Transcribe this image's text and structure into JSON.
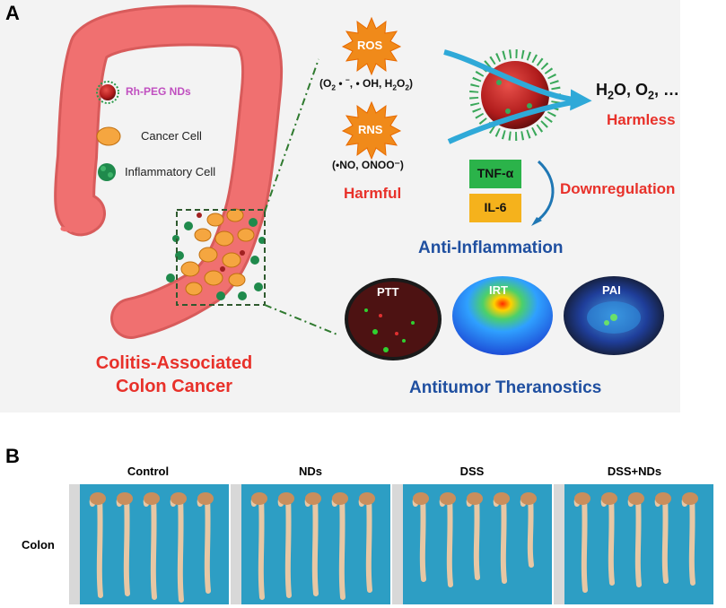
{
  "panels": {
    "a": "A",
    "b": "B"
  },
  "colon_legend": {
    "nd": "Rh-PEG NDs",
    "cancer": "Cancer Cell",
    "inflammatory": "Inflammatory Cell"
  },
  "disease_label": {
    "line1": "Colitis-Associated",
    "line2": "Colon Cancer"
  },
  "ros": {
    "label": "ROS",
    "species": [
      "(O",
      "2",
      " • ",
      "−",
      ", • OH, H",
      "2",
      "O",
      "2",
      ")"
    ]
  },
  "rns": {
    "label": "RNS",
    "species": "(•NO, ONOO⁻)"
  },
  "harmful": "Harmful",
  "products": {
    "h2o_h": "H",
    "h2o_o": "O, O",
    "sub2": "2",
    "ellipsis": ", …"
  },
  "harmless": "Harmless",
  "cytokines": {
    "tnf": "TNF-α",
    "il6": "IL-6"
  },
  "downregulation": "Downregulation",
  "anti_inflammation": "Anti-Inflammation",
  "imaging": {
    "ptt": "PTT",
    "irt": "IRT",
    "pai": "PAI"
  },
  "antitumor": "Antitumor Theranostics",
  "groups": [
    "Control",
    "NDs",
    "DSS",
    "DSS+NDs"
  ],
  "row_label": "Colon",
  "colors": {
    "colon": "#f07070",
    "harmful_red": "#e8312a",
    "title_blue": "#1f4fa0",
    "tnf_green": "#2bb34a",
    "il6_orange": "#f5b21c",
    "arrow_blue": "#2fa9d8",
    "photo_bg": "#2d9ec4"
  }
}
